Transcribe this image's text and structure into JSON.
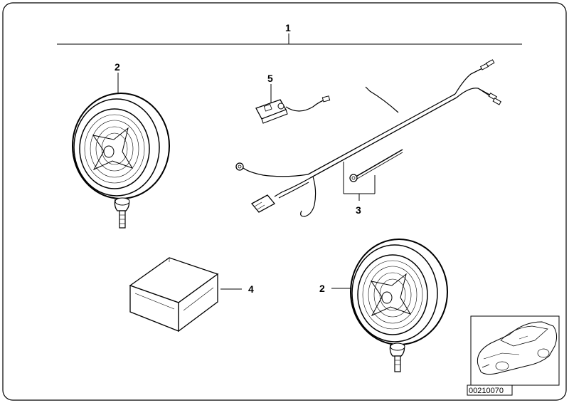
{
  "callouts": {
    "assembly": "1",
    "lamp_left": "2",
    "lamp_right": "2",
    "harness": "3",
    "kit_box": "4",
    "relay": "5"
  },
  "diagram_code": "00210070"
}
